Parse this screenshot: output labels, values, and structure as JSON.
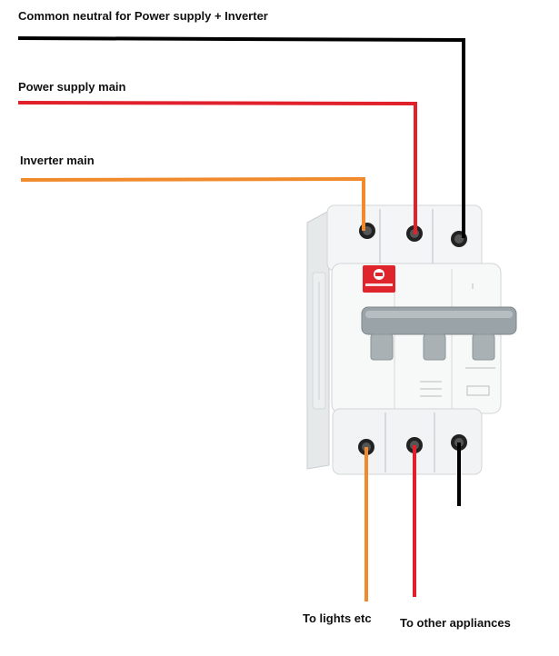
{
  "labels": {
    "common_neutral": "Common neutral for Power supply + Inverter",
    "power_supply_main": "Power supply main",
    "inverter_main": "Inverter main",
    "to_lights": "To lights etc",
    "to_other_appliances": "To other appliances"
  },
  "breaker": {
    "poles": 3,
    "brand_logo_color": "#e0242b",
    "toggle_color": "#9aa4a8"
  },
  "wires": {
    "neutral_color": "#000000",
    "supply_color": "#e0202a",
    "inverter_color": "#f08a2c"
  }
}
